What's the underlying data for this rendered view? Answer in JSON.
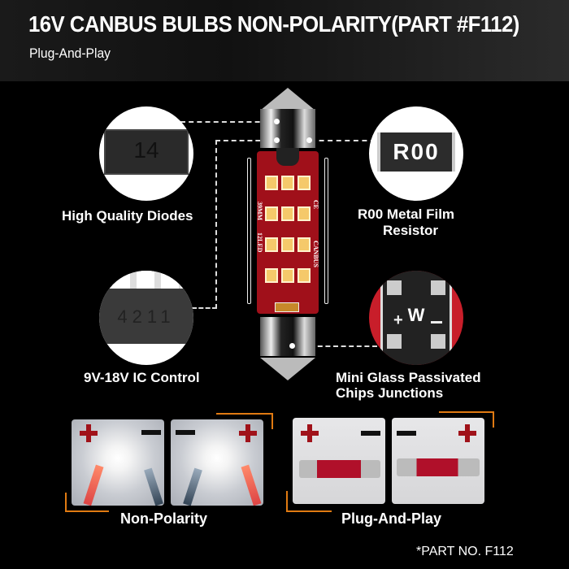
{
  "header": {
    "title": "16V CANBUS BULBS NON-POLARITY(PART #F112)",
    "subtitle": "Plug-And-Play"
  },
  "features": [
    {
      "label": "High Quality Diodes",
      "chip_text": "14",
      "icon": "diode-chip-icon"
    },
    {
      "label_line1": "R00 Metal Film",
      "label_line2": "Resistor",
      "chip_text": "R00",
      "icon": "resistor-chip-icon"
    },
    {
      "label": "9V-18V IC Control",
      "chip_text": "4211",
      "icon": "ic-chip-icon"
    },
    {
      "label_line1": "Mini Glass Passivated",
      "label_line2": "Chips Junctions",
      "chip_text": "W",
      "icon": "rectifier-chip-icon"
    }
  ],
  "bulb": {
    "pcb_text_left_1": "39MM",
    "pcb_text_left_2": "12LED",
    "pcb_text_right": "CANBUS",
    "ce_mark": "CE",
    "led_count": 12
  },
  "demos": [
    {
      "caption": "Non-Polarity"
    },
    {
      "caption": "Plug-And-Play"
    }
  ],
  "footer": {
    "part_no": "*PART NO. F112"
  },
  "colors": {
    "accent_orange": "#e07a12",
    "pcb_red": "#a0101a",
    "plus_red": "#a0121a"
  }
}
